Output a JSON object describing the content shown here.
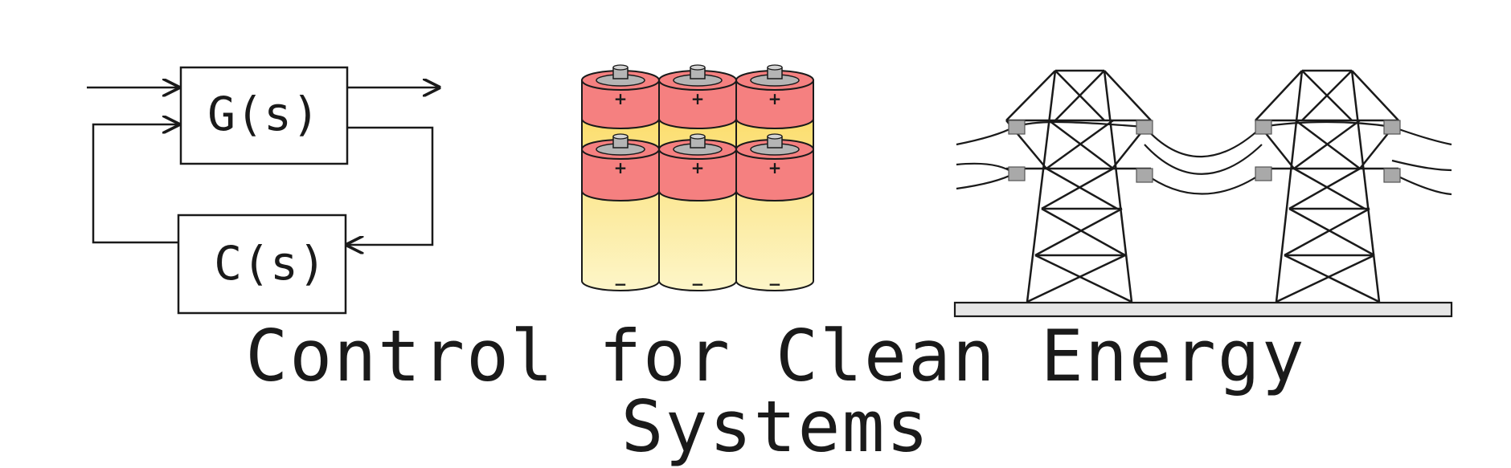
{
  "title": "Control for Clean Energy Systems",
  "block_diagram": {
    "plant_label": "G(s)",
    "controller_label": "C(s)"
  },
  "batteries": {
    "positive_symbol": "+",
    "negative_symbol": "−"
  },
  "colors": {
    "stroke": "#1a1a1a",
    "battery_cap": "#f58080",
    "battery_body": "#fbd85a",
    "battery_body_light": "#fdf6c9",
    "terminal": "#b5b5b5",
    "insulator": "#a9a9a9",
    "ground": "#e6e6e6"
  },
  "icons": [
    "block-diagram",
    "battery-pack-icon",
    "power-tower-icon"
  ]
}
